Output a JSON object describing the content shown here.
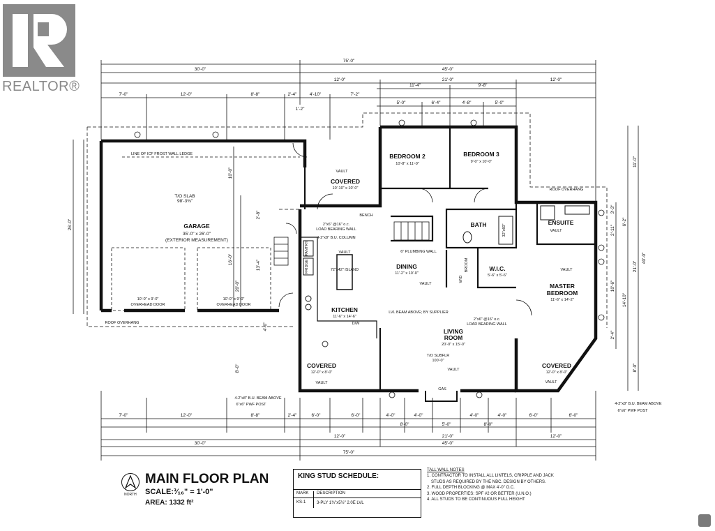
{
  "brand": {
    "logo_text": "REALTOR®"
  },
  "plan": {
    "rooms": {
      "garage": "GARAGE",
      "garage_size": "35'-0\" x 26'-0\"",
      "garage_note": "(EXTERIOR MEASUREMENT)",
      "covered1": "COVERED",
      "covered1_size": "10'-10\" x 10'-0\"",
      "bed2": "BEDROOM 2",
      "bed2_size": "10'-8\" x 11'-0\"",
      "bed3": "BEDROOM 3",
      "bed3_size": "9'-0\" x 10'-0\"",
      "bath": "BATH",
      "ensuite": "ENSUITE",
      "wic": "W.I.C.",
      "wic_size": "5'-6\" x 5'-6\"",
      "master": "MASTER",
      "master2": "BEDROOM",
      "master_size": "11'-6\" x 14'-2\"",
      "dining": "DINING",
      "dining_size": "11'-2\" x 10'-0\"",
      "kitchen": "KITCHEN",
      "kitchen_size": "11'-6\" x 14'-6\"",
      "living": "LIVING",
      "living2": "ROOM",
      "living_size": "20'-0\" x 15'-0\"",
      "covered2": "COVERED",
      "covered2_size": "12'-0\" x 8'-0\"",
      "covered3": "COVERED",
      "covered3_size": "12'-0\" x 8'-0\""
    },
    "notes": {
      "icf": "LINE OF ICF FROST WALL LEDGE",
      "slab": "T/O SLAB",
      "slab_val": "98'-3⅜\"",
      "od1": "10'-0\" x 9'-0\"",
      "od1b": "OVERHEAD DOOR",
      "od2": "10'-0\" x 9'-0\"",
      "od2b": "OVERHEAD DOOR",
      "roof_overhang1": "ROOF OVERHANG",
      "roof_overhang2": "ROOF OVERHANG",
      "vault": "VAULT",
      "bench": "BENCH",
      "pantry": "PANTRY",
      "fridge": "FRIDGE",
      "island": "72\"x42\" ISLAND",
      "lbw1": "2\"x6\" @16\" o.c.",
      "lbw1b": "LOAD BEARING WALL",
      "col": "4-2\"x8\" B.U. COLUMN",
      "plumb": "6\" PLUMBING WALL",
      "lvl": "LVL BEAM ABOVE; BY SUPPLIER",
      "lbw2": "2\"x6\" @16\" o.c.",
      "lbw2b": "LOAD BEARING WALL",
      "subflr": "T/O SUBFLR",
      "subflr_val": "100'-0\"",
      "gas": "GAS",
      "dw": "D/W",
      "beam_l": "4-2\"x8\" B.U. BEAM ABOVE",
      "post_l": "6\"x6\" PWF POST",
      "beam_r": "4-2\"x8\" B.U. BEAM ABOVE",
      "post_r": "6\"x6\" PWF POST",
      "broom": "BROOM",
      "wd": "W/D",
      "sq": "32\"x60\""
    },
    "dims": {
      "top_total": "75'-0\"",
      "top_30": "30'-0\"",
      "top_45": "45'-0\"",
      "top_12a": "12'-0\"",
      "top_21": "21'-0\"",
      "top_12b": "12'-0\"",
      "t7": "7'-0\"",
      "t12": "12'-0\"",
      "t88": "8'-8\"",
      "t24": "2'-4\"",
      "t410": "4'-10\"",
      "t72": "7'-2\"",
      "t114": "11'-4\"",
      "t98": "9'-8\"",
      "t50a": "5'-0\"",
      "t64": "6'-4\"",
      "t48": "4'-8\"",
      "t50b": "5'-0\"",
      "t12small": "1'-2\"",
      "b7": "7'-0\"",
      "b12": "12'-0\"",
      "b88": "8'-8\"",
      "b24": "2'-4\"",
      "b60a": "6'-0\"",
      "b60b": "6'-0\"",
      "b40a": "4'-0\"",
      "b40b": "4'-0\"",
      "b40c": "4'-0\"",
      "b40d": "4'-0\"",
      "b60c": "6'-0\"",
      "b60d": "6'-0\"",
      "b80a": "8'-0\"",
      "b50": "5'-0\"",
      "b80b": "8'-0\"",
      "b12a": "12'-0\"",
      "b21": "21'-0\"",
      "b12b": "12'-0\"",
      "bot_30": "30'-0\"",
      "bot_45": "45'-0\"",
      "bot_total": "75'-0\"",
      "l26": "26'-0\"",
      "l100": "10'-0\"",
      "l160": "16'-0\"",
      "l200": "20'-0\"",
      "l134": "13'-4\"",
      "l28": "2'-8\"",
      "l80": "8'-0\"",
      "l40": "4'-0\"",
      "r110": "11'-0\"",
      "r400": "40'-0\"",
      "r210": "21'-0\"",
      "r80": "8'-0\"",
      "r33": "3'-3\"",
      "r211": "2'-11\"",
      "r68": "6'-2\"",
      "r100": "10'-6\"",
      "r148": "14'-10\"",
      "r24": "2'-4\""
    }
  },
  "title_block": {
    "title": "MAIN FLOOR PLAN",
    "scale": "SCALE:³⁄₁₆\" = 1'-0\"",
    "area": "AREA: 1332 ft²",
    "north": "NORTH"
  },
  "schedule": {
    "title": "KING STUD SCHEDULE:",
    "header_mark": "MARK",
    "header_desc": "DESCRIPTION",
    "rows": [
      {
        "mark": "KS-1",
        "desc": "3-PLY 1¾\"x5½\" 2.0E LVL"
      }
    ]
  },
  "tall_wall_notes": {
    "title": "TALL WALL NOTES",
    "lines": [
      "1. CONTRACTOR TO INSTALL ALL LINTELS, CRIPPLE AND JACK",
      "STUDS AS REQUIRED BY THE NBC. DESIGN BY OTHERS.",
      "2. FULL DEPTH BLOCKING @ MAX 4'-0\" O.C.",
      "3. WOOD PROPERTIES: SPF #2 OR BETTER (U.N.O.)",
      "4. ALL STUDS TO BE CONTINUOUS FULL HEIGHT"
    ]
  }
}
